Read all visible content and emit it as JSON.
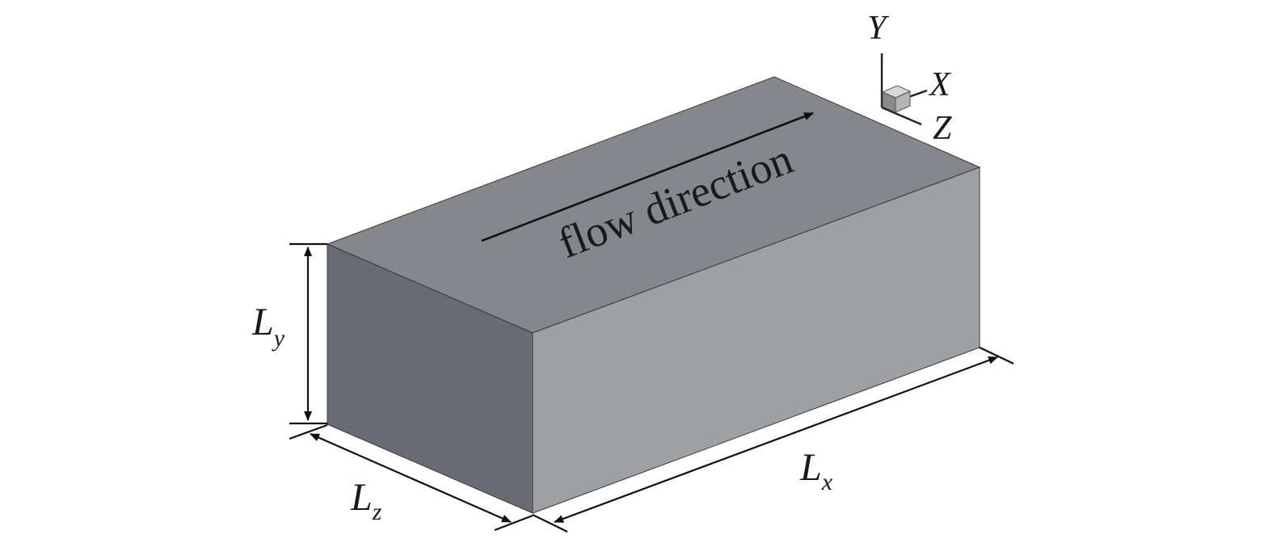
{
  "diagram": {
    "flow_label": "flow direction",
    "dimensions": {
      "lx": {
        "main": "L",
        "sub": "x"
      },
      "ly": {
        "main": "L",
        "sub": "y"
      },
      "lz": {
        "main": "L",
        "sub": "z"
      }
    },
    "axes": {
      "x": "X",
      "y": "Y",
      "z": "Z"
    },
    "colors": {
      "top_face": "#85878c",
      "front_face": "#9ea0a4",
      "side_face": "#686b73",
      "lines": "#111111"
    }
  }
}
